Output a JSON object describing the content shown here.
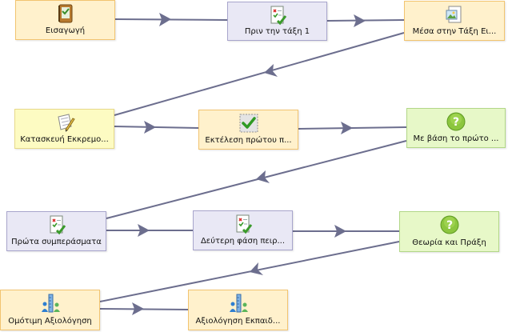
{
  "colors": {
    "connector": "#6c6e8e",
    "orange": "#fff1cc",
    "lavender": "#e9e8f5",
    "yellow": "#fdfbc2",
    "green": "#e7f8c8"
  },
  "nodes": [
    {
      "id": "n1",
      "label": "Εισαγωγή",
      "icon": "notebook-icon"
    },
    {
      "id": "n2",
      "label": "Πριν την τάξη 1",
      "icon": "checklist-icon"
    },
    {
      "id": "n3",
      "label": "Μέσα στην Τάξη Ει...",
      "icon": "image-document-icon"
    },
    {
      "id": "n4",
      "label": "Κατασκευή Εκκρεμο...",
      "icon": "note-pencil-icon"
    },
    {
      "id": "n5",
      "label": "Εκτέλεση πρώτου π...",
      "icon": "checkmark-box-icon"
    },
    {
      "id": "n6",
      "label": "Με βάση το πρώτο ...",
      "icon": "question-icon"
    },
    {
      "id": "n7",
      "label": "Πρώτα συμπεράσματα",
      "icon": "checklist-icon"
    },
    {
      "id": "n8",
      "label": "Δεύτερη φάση πειρ...",
      "icon": "checklist-icon"
    },
    {
      "id": "n9",
      "label": "Θεωρία και Πράξη",
      "icon": "question-icon"
    },
    {
      "id": "n10",
      "label": "Ομότιμη Αξιολόγηση",
      "icon": "people-ruler-icon"
    },
    {
      "id": "n11",
      "label": "Αξιολόγηση Εκπαιδ...",
      "icon": "people-ruler-icon"
    }
  ]
}
